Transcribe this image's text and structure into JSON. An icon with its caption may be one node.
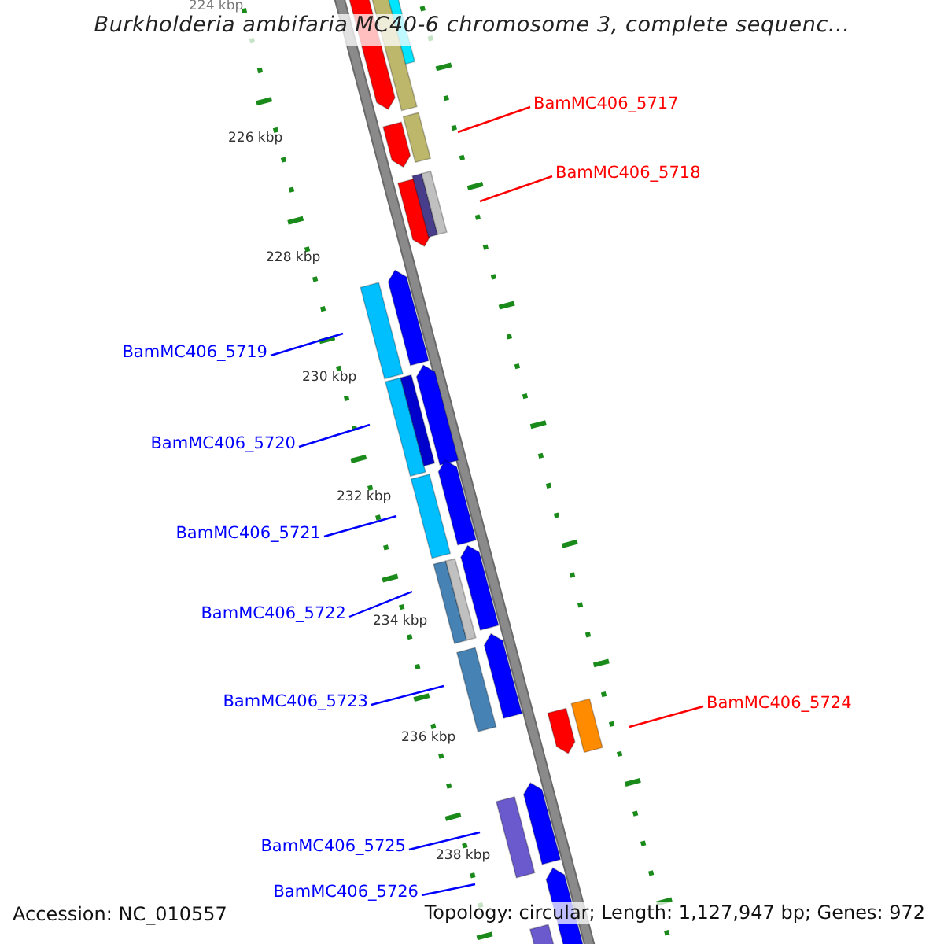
{
  "diagram": {
    "title": "Burkholderia ambifaria MC40-6 chromosome 3, complete sequenc...",
    "nodes": [
      {
        "text": [
          "BamMC406_5717"
        ]
      },
      {
        "text": [
          "BamMC406_5718"
        ]
      },
      {
        "text": [
          "BamMC406_5719"
        ]
      },
      {
        "text": [
          "BamMC406_5720"
        ]
      },
      {
        "text": [
          "BamMC406_5721"
        ]
      },
      {
        "text": [
          "BamMC406_5722"
        ]
      },
      {
        "text": [
          "BamMC406_5723"
        ]
      },
      {
        "text": [
          "BamMC406_5724"
        ]
      },
      {
        "text": [
          "BamMC406_5725"
        ]
      },
      {
        "text": [
          "BamMC406_5726"
        ]
      }
    ],
    "edges": [
      {
        "from": 0,
        "to": null,
        "arrow": "none",
        "color": "#ff0000"
      },
      {
        "from": 1,
        "to": null,
        "arrow": "none",
        "color": "#ff0000"
      },
      {
        "from": 2,
        "to": null,
        "arrow": "none"
      },
      {
        "from": 3,
        "to": null,
        "arrow": "none"
      },
      {
        "from": 4,
        "to": null,
        "arrow": "none"
      },
      {
        "from": 5,
        "to": null,
        "arrow": "none"
      },
      {
        "from": 6,
        "to": null,
        "arrow": "none"
      },
      {
        "from": 7,
        "to": null,
        "arrow": "none",
        "color": "#ff0000"
      },
      {
        "from": 8,
        "to": null,
        "arrow": "none"
      },
      {
        "from": 9,
        "to": null,
        "arrow": "none"
      }
    ],
    "labels": [
      "224 kbp",
      "226 kbp",
      "228 kbp",
      "230 kbp",
      "232 kbp",
      "234 kbp",
      "236 kbp",
      "238 kbp",
      "Accession: NC_010557",
      "Topology: circular; Length: 1,127,947 bp; Genes: 972"
    ]
  }
}
